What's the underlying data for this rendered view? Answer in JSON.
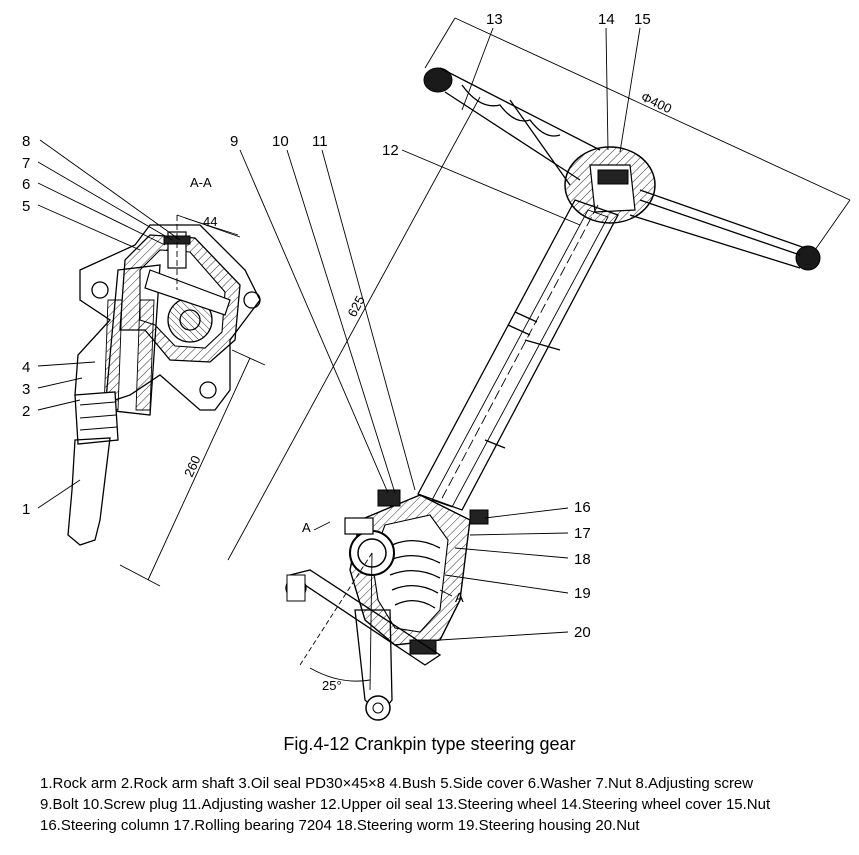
{
  "figure": {
    "caption": "Fig.4-12  Crankpin type steering gear",
    "section_label": "A-A",
    "section_mark_left": "A",
    "section_mark_right": "A",
    "dimensions": {
      "d44": "44",
      "d625": "625",
      "d260": "260",
      "d400": "Φ400",
      "angle": "25°"
    },
    "callouts": [
      "1",
      "2",
      "3",
      "4",
      "5",
      "6",
      "7",
      "8",
      "9",
      "10",
      "11",
      "12",
      "13",
      "14",
      "15",
      "16",
      "17",
      "18",
      "19",
      "20"
    ]
  },
  "legend": {
    "line1": "1.Rock arm  2.Rock arm shaft  3.Oil seal PD30×45×8  4.Bush 5.Side cover  6.Washer  7.Nut  8.Adjusting screw",
    "line2": "9.Bolt 10.Screw plug 11.Adjusting washer  12.Upper oil seal  13.Steering wheel  14.Steering wheel cover  15.Nut",
    "line3": "16.Steering column  17.Rolling bearing 7204  18.Steering worm  19.Steering housing  20.Nut"
  }
}
